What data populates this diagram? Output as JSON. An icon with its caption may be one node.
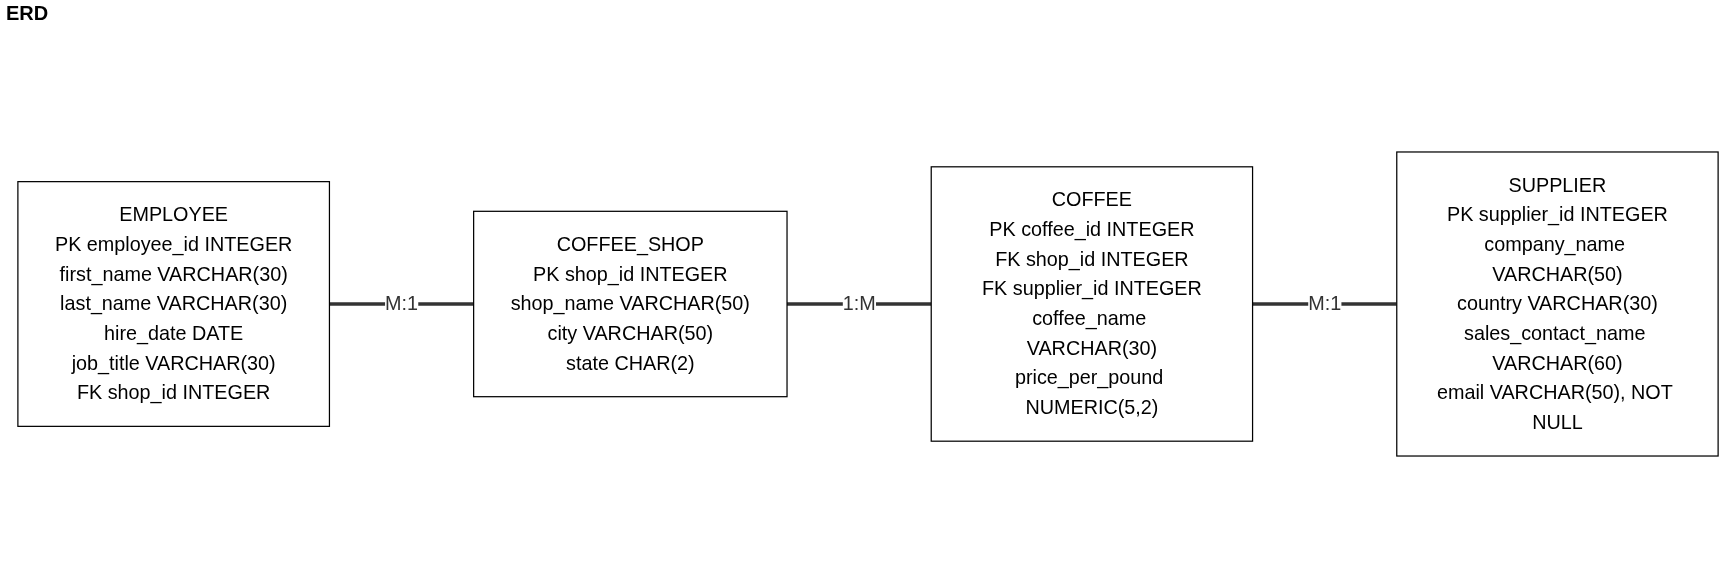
{
  "diagram": {
    "title": "ERD",
    "nodes": [
      {
        "text": [
          "EMPLOYEE",
          "PK employee_id INTEGER",
          "first_name VARCHAR(30)",
          "last_name VARCHAR(30)",
          "hire_date DATE",
          "job_title VARCHAR(30)",
          "FK shop_id INTEGER"
        ]
      },
      {
        "text": [
          "COFFEE_SHOP",
          "PK shop_id INTEGER",
          "shop_name VARCHAR(50)",
          "city VARCHAR(50)",
          "state CHAR(2)"
        ]
      },
      {
        "text": [
          "COFFEE",
          "PK coffee_id INTEGER",
          "FK shop_id INTEGER",
          "FK supplier_id INTEGER",
          "coffee_name VARCHAR(30)",
          "price_per_pound NUMERIC(5,2)"
        ]
      },
      {
        "text": [
          "SUPPLIER",
          "PK supplier_id INTEGER",
          "company_name VARCHAR(50)",
          "country VARCHAR(30)",
          "sales_contact_name VARCHAR(60)",
          "email VARCHAR(50), NOT NULL"
        ]
      }
    ],
    "edges": [
      {
        "from": 0,
        "to": 1,
        "arrow": "none",
        "label": "M:1"
      },
      {
        "from": 1,
        "to": 2,
        "arrow": "none",
        "label": "1:M"
      },
      {
        "from": 2,
        "to": 3,
        "arrow": "none",
        "label": "M:1"
      }
    ]
  }
}
